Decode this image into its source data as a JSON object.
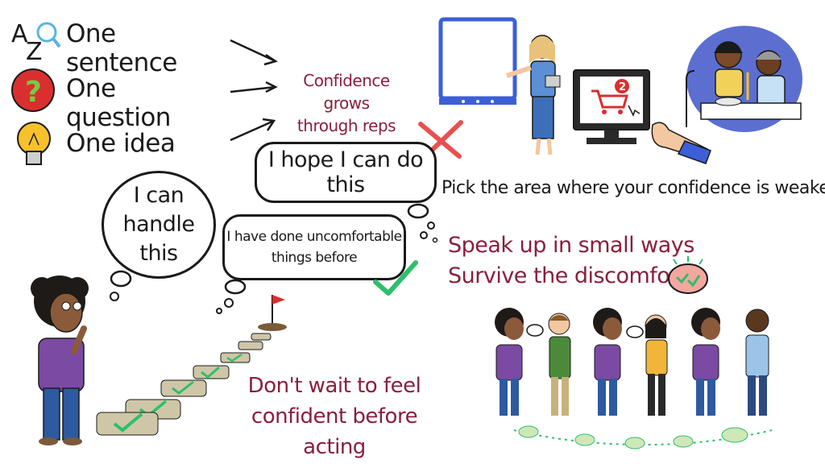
{
  "menu": {
    "items": [
      {
        "label": "One sentence",
        "icon": "az-magnifier-icon"
      },
      {
        "label": "One question",
        "icon": "question-mark-icon"
      },
      {
        "label": "One idea",
        "icon": "lightbulb-icon"
      }
    ]
  },
  "headline": {
    "line1": "Confidence grows",
    "line2": "through reps"
  },
  "bubbles": {
    "hope": "I hope I can do this",
    "handle_1": "I can",
    "handle_2": "handle",
    "handle_3": "this",
    "done_1": "I have done uncomfortable",
    "done_2": "things before"
  },
  "pick_area": "Pick the area where your confidence is weakest",
  "speak": {
    "line1": "Speak up in small ways",
    "line2": "Survive the discomfort"
  },
  "dont_wait": {
    "line1": "Don't wait to feel",
    "line2": "confident before acting"
  },
  "cart_badge": "2",
  "colors": {
    "maroon": "#8a1f3c",
    "ink": "#1a1a1a",
    "check_green": "#2dbf6b",
    "red_x": "#e8504f",
    "screen_blue": "#3d5fd6"
  }
}
